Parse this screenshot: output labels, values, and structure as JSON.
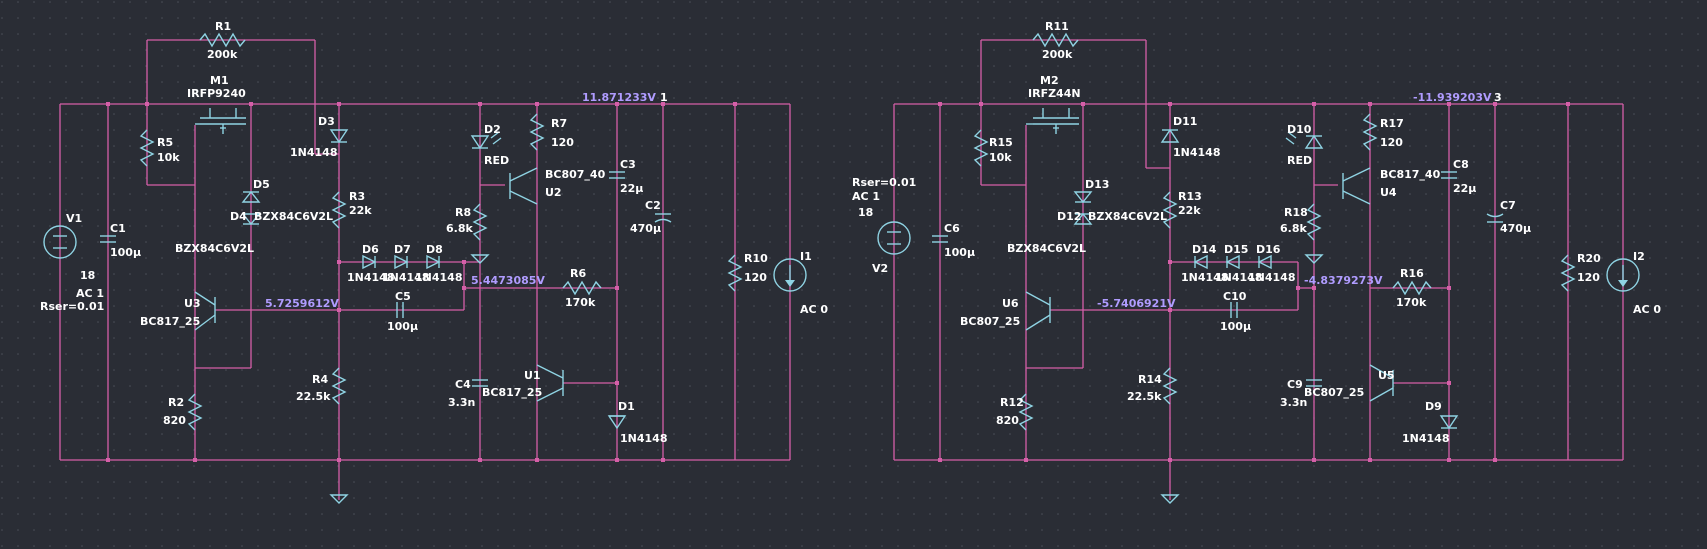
{
  "theme": {
    "background": "#2a2d35",
    "wire": "#d55fa8",
    "component": "#8fd3e3",
    "text": "#ffffff",
    "voltage_label": "#b09cff"
  },
  "left": {
    "R1": [
      "R1",
      "200k"
    ],
    "M1": [
      "M1",
      "IRFP9240"
    ],
    "R5": [
      "R5",
      "10k"
    ],
    "D3": [
      "D3",
      "1N4148"
    ],
    "D5": "D5",
    "D4": [
      "D4",
      "BZX84C6V2L"
    ],
    "D4_part2": "BZX84C6V2L",
    "R3": [
      "R3",
      "22k"
    ],
    "D2": [
      "D2",
      "RED"
    ],
    "R7": [
      "R7",
      "120"
    ],
    "U2": [
      "BC807_40",
      "U2"
    ],
    "C3": [
      "C3",
      "22µ"
    ],
    "C2": [
      "C2",
      "470µ"
    ],
    "V1": [
      "V1",
      "18",
      "AC 1",
      "Rser=0.01"
    ],
    "C1": [
      "C1",
      "100µ"
    ],
    "R8": [
      "R8",
      "6.8k"
    ],
    "D6": "D6",
    "D7": "D7",
    "D8": "D8",
    "diodes_part": [
      "1N4148",
      "1N4148",
      "1N4148"
    ],
    "R10": [
      "R10",
      "120"
    ],
    "I1": [
      "I1",
      "AC 0"
    ],
    "U3": [
      "U3",
      "BC817_25"
    ],
    "C5": [
      "C5",
      "100µ"
    ],
    "R6": [
      "R6",
      "170k"
    ],
    "R4": [
      "R4",
      "22.5k"
    ],
    "C4": [
      "C4",
      "3.3n"
    ],
    "U1": [
      "U1",
      "BC817_25"
    ],
    "D1": [
      "D1",
      "1N4148"
    ],
    "R2": [
      "R2",
      "820"
    ],
    "voltages": {
      "out": "11.871233V",
      "node": "1",
      "emitter": "5.7259612V",
      "ref": "5.4473085V"
    }
  },
  "right": {
    "R11": [
      "R11",
      "200k"
    ],
    "M2": [
      "M2",
      "IRFZ44N"
    ],
    "R15": [
      "R15",
      "10k"
    ],
    "D11": [
      "D11",
      "1N4148"
    ],
    "D13": "D13",
    "D12": [
      "D12",
      "BZX84C6V2L"
    ],
    "D12_part2": "BZX84C6V2L",
    "R13": [
      "R13",
      "22k"
    ],
    "D10": [
      "D10",
      "RED"
    ],
    "R17": [
      "R17",
      "120"
    ],
    "U4": [
      "BC817_40",
      "U4"
    ],
    "C8": [
      "C8",
      "22µ"
    ],
    "C7": [
      "C7",
      "470µ"
    ],
    "V2": [
      "Rser=0.01",
      "AC 1",
      "18",
      "V2"
    ],
    "C6": [
      "C6",
      "100µ"
    ],
    "R18": [
      "R18",
      "6.8k"
    ],
    "D14": "D14",
    "D15": "D15",
    "D16": "D16",
    "diodes_part": [
      "1N4148",
      "1N4148",
      "1N4148"
    ],
    "R20": [
      "R20",
      "120"
    ],
    "I2": [
      "I2",
      "AC 0"
    ],
    "U6": [
      "U6",
      "BC807_25"
    ],
    "C10": [
      "C10",
      "100µ"
    ],
    "R16": [
      "R16",
      "170k"
    ],
    "R14": [
      "R14",
      "22.5k"
    ],
    "C9": [
      "C9",
      "3.3n"
    ],
    "U5": [
      "U5",
      "BC807_25"
    ],
    "D9": [
      "D9",
      "1N4148"
    ],
    "R12": [
      "R12",
      "820"
    ],
    "voltages": {
      "out": "-11.939203V",
      "node": "3",
      "emitter": "-5.7406921V",
      "ref": "-4.8379273V"
    }
  }
}
